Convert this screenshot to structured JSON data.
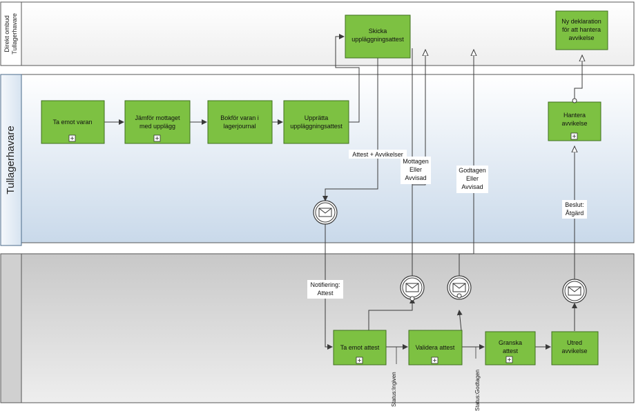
{
  "pools": {
    "top": {
      "label_line1": "Direkt ombud",
      "label_line2": "Tullagerhavare"
    },
    "middle": {
      "label": "Tullagerhavare"
    },
    "bottom": {
      "label": ""
    }
  },
  "tasks": {
    "ta_emot_varan": {
      "line1": "Ta emot varan",
      "line2": ""
    },
    "jamfor": {
      "line1": "Jämför mottaget",
      "line2": "med upplägg"
    },
    "bokfor": {
      "line1": "Bokför varan i",
      "line2": "lagerjournal"
    },
    "uppratta": {
      "line1": "Upprätta",
      "line2": "uppläggningsattest"
    },
    "skicka": {
      "line1": "Skicka",
      "line2": "uppläggningsattest"
    },
    "ny_deklaration": {
      "line1": "Ny deklaration",
      "line2": "för att hantera",
      "line3": "avvikelse"
    },
    "hantera": {
      "line1": "Hantera",
      "line2": "avvikelse"
    },
    "ta_emot_attest": {
      "line1": "Ta emot attest"
    },
    "validera": {
      "line1": "Validera attest"
    },
    "granska": {
      "line1": "Granska",
      "line2": "attest"
    },
    "utred": {
      "line1": "Utred",
      "line2": "avvikelse"
    }
  },
  "flow_labels": {
    "attest_avvikelser": "Attest + Avvikelser",
    "mottagen": {
      "line1": "Mottagen",
      "line2": "Eller",
      "line3": "Avvisad"
    },
    "godtagen": {
      "line1": "Godtagen",
      "line2": "Eller",
      "line3": "Avvisad"
    },
    "beslut": {
      "line1": "Beslut:",
      "line2": "Åtgärd"
    },
    "notifiering": {
      "line1": "Notifiering:",
      "line2": "Attest"
    },
    "status_ingiven": "Status:Ingiven",
    "status_godtagen": "Status:Godtagen"
  },
  "colors": {
    "task_fill": "#7dc142",
    "task_stroke": "#3f6e1f",
    "middle_pool": "#dbe6f1",
    "bottom_pool": "#d4d4d4",
    "top_pool": "#f7f7f7",
    "line": "#3a3a3a"
  },
  "icons": {
    "subprocess": "plus-box-icon",
    "message": "envelope-icon"
  }
}
